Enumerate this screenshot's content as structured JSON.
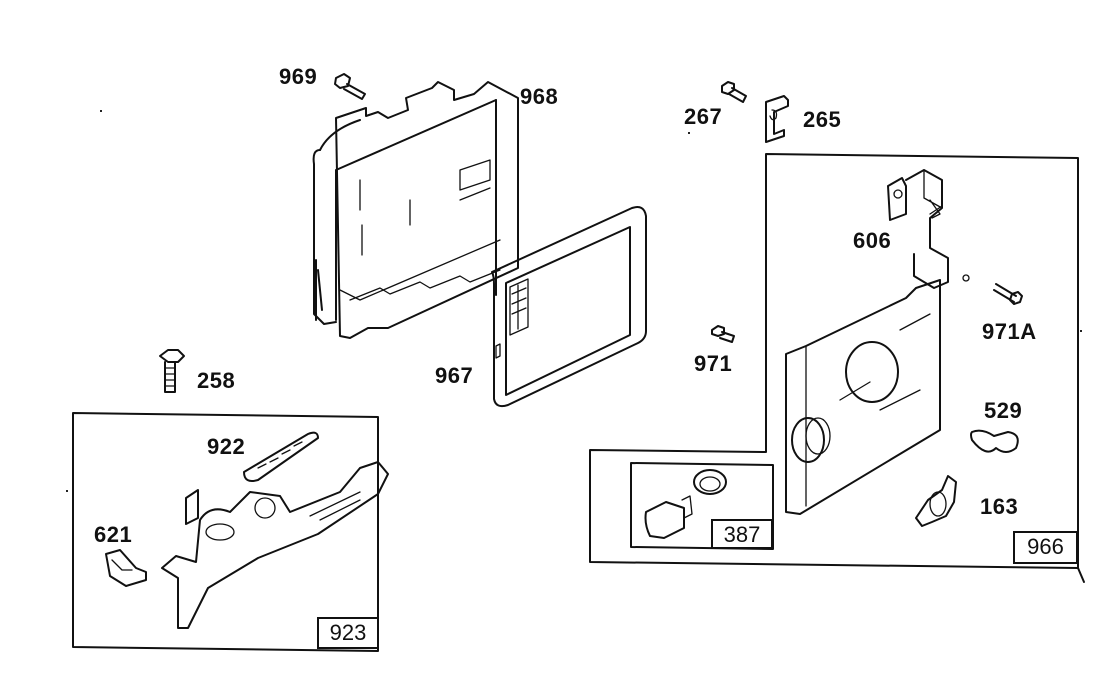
{
  "diagram": {
    "title": "Air cleaner and carburetor parts diagram",
    "callouts": {
      "p969": "969",
      "p968": "968",
      "p267": "267",
      "p265": "265",
      "p606": "606",
      "p971A": "971A",
      "p971": "971",
      "p967": "967",
      "p258": "258",
      "p922": "922",
      "p621": "621",
      "p529": "529",
      "p163": "163"
    },
    "kit_boxes": {
      "k923": "923",
      "k387": "387",
      "k966": "966"
    },
    "line_color": "#111111",
    "background_color": "#ffffff"
  }
}
